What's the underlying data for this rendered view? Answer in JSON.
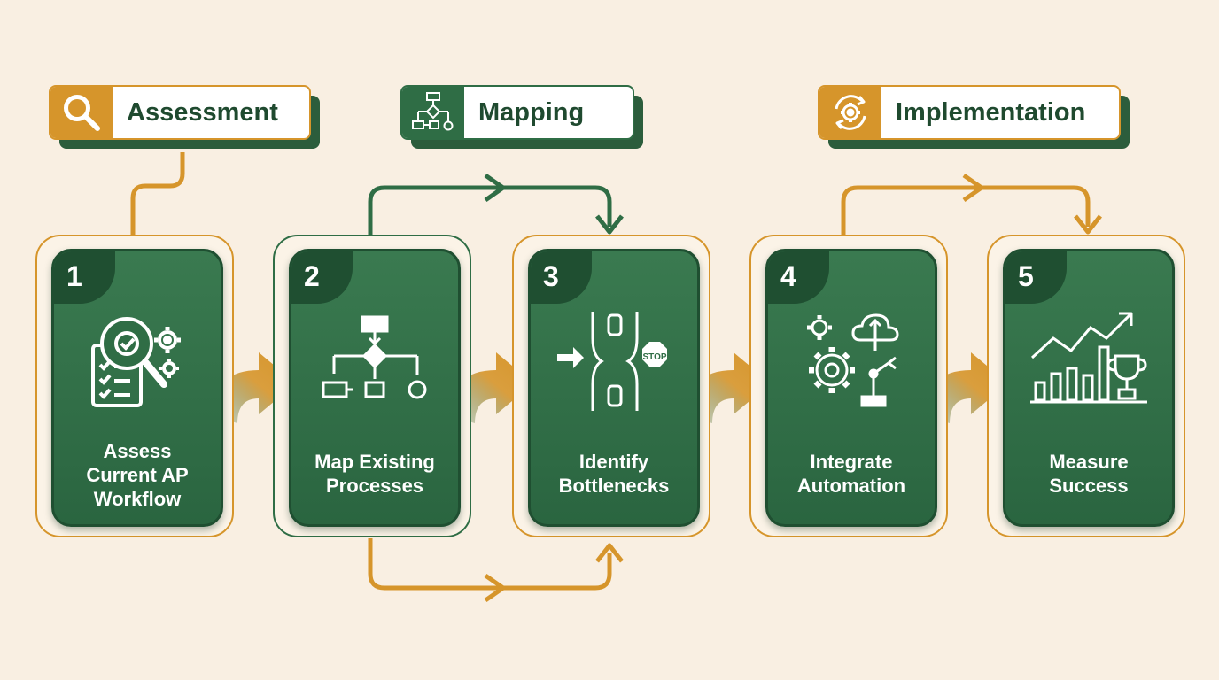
{
  "phases": [
    {
      "label": "Assessment",
      "icon": "magnifier-icon",
      "accent": "#d6952b"
    },
    {
      "label": "Mapping",
      "icon": "flowchart-icon",
      "accent": "#2f6d45"
    },
    {
      "label": "Implementation",
      "icon": "gear-cycle-icon",
      "accent": "#d6952b"
    }
  ],
  "steps": [
    {
      "number": "1",
      "lines": [
        "Assess",
        "Current AP",
        "Workflow"
      ],
      "icon": "audit-gear-magnifier-icon"
    },
    {
      "number": "2",
      "lines": [
        "Map Existing",
        "Processes"
      ],
      "icon": "process-map-icon"
    },
    {
      "number": "3",
      "lines": [
        "Identify",
        "Bottlenecks"
      ],
      "icon": "traffic-stop-icon",
      "stop_sign": "STOP"
    },
    {
      "number": "4",
      "lines": [
        "Integrate",
        "Automation"
      ],
      "icon": "cloud-gear-robot-icon"
    },
    {
      "number": "5",
      "lines": [
        "Measure",
        "Success"
      ],
      "icon": "growth-trophy-icon"
    }
  ],
  "colors": {
    "background": "#f9efe2",
    "green": "#2f6d45",
    "dark_green": "#1f4f31",
    "orange": "#d6952b",
    "text_dark": "#1f4a2f"
  }
}
